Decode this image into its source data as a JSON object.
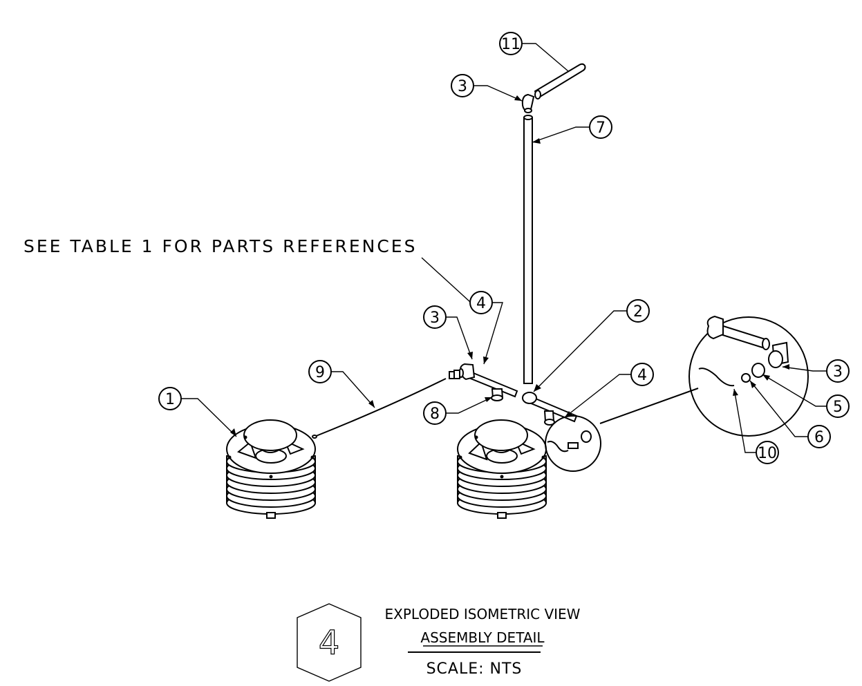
{
  "note": "SEE TABLE 1 FOR PARTS REFERENCES",
  "balloons": [
    "11",
    "3",
    "7",
    "4",
    "3",
    "2",
    "9",
    "8",
    "1",
    "4",
    "3",
    "5",
    "6",
    "10"
  ],
  "title_block": {
    "number": "4",
    "line1": "EXPLODED ISOMETRIC VIEW",
    "line2": "ASSEMBLY DETAIL",
    "line3": "SCALE:  NTS"
  }
}
